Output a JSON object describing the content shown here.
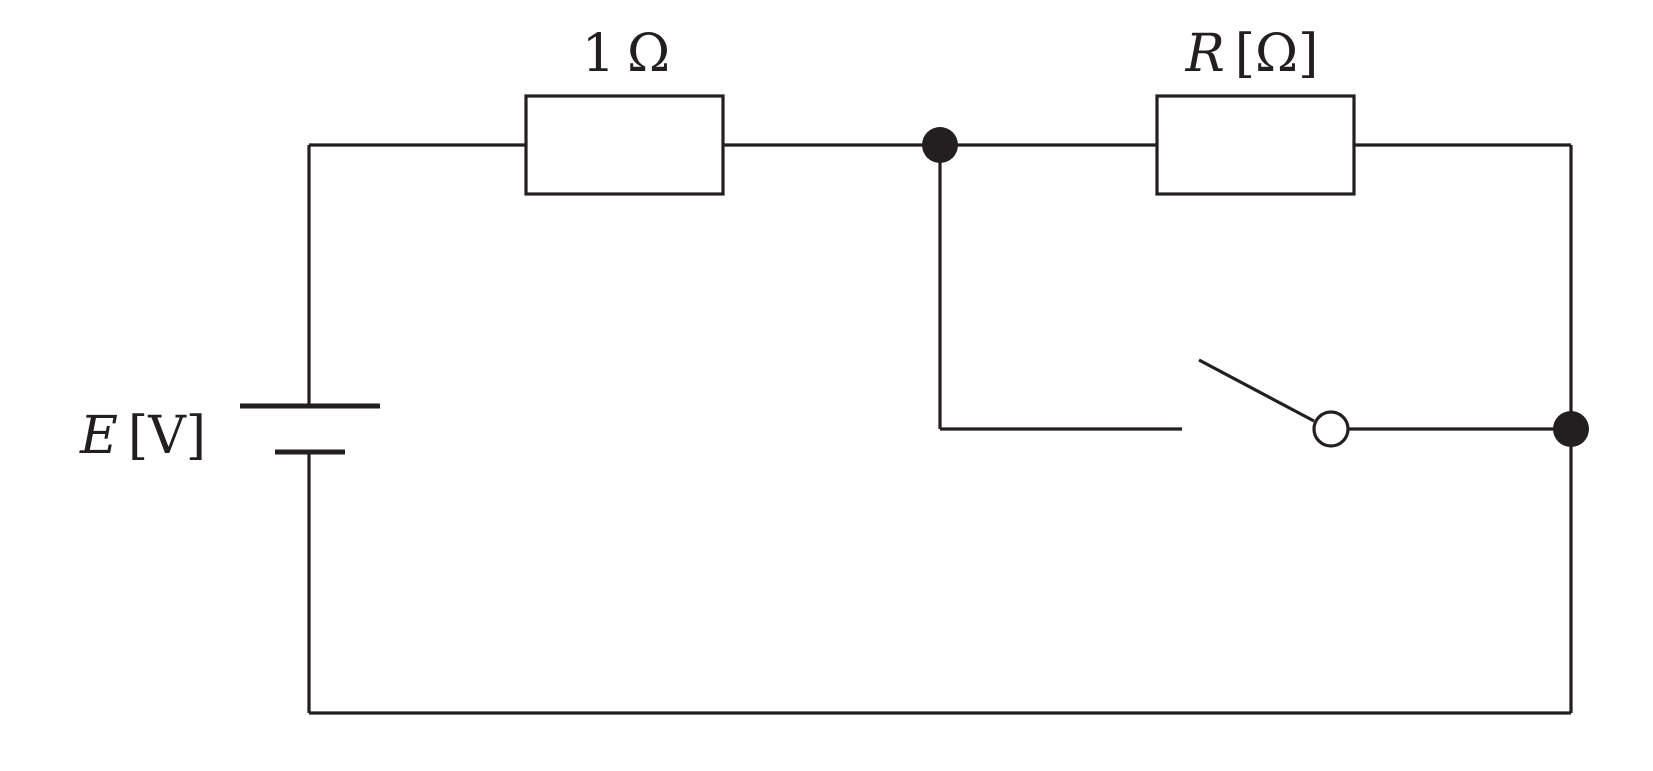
{
  "labels": {
    "resistor_fixed": {
      "value": "1",
      "unit": "Ω"
    },
    "resistor_variable": {
      "symbol": "R",
      "unit": "[Ω]"
    },
    "battery": {
      "symbol": "E",
      "unit": "[V]"
    }
  },
  "colors": {
    "stroke": "#231f20",
    "background": "#ffffff"
  }
}
